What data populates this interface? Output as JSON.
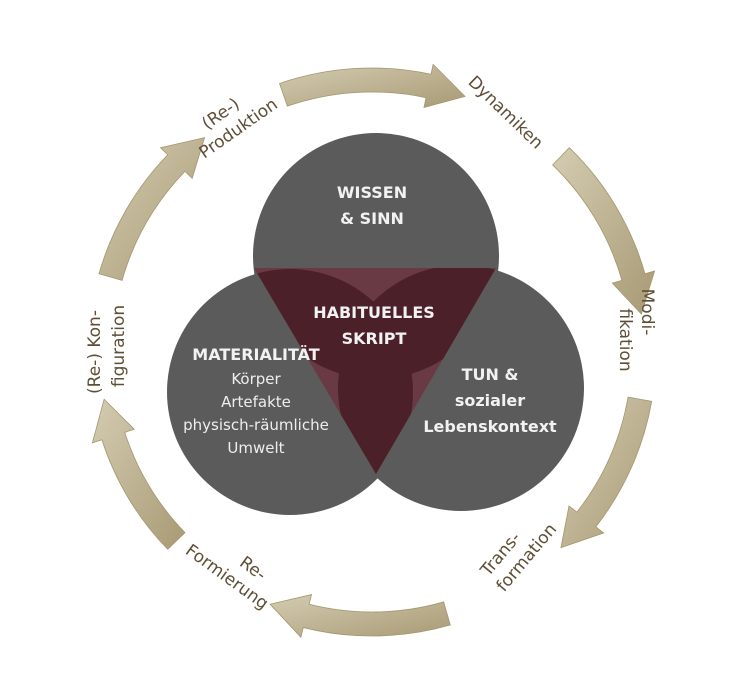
{
  "cycle_labels": {
    "produktion": [
      "(Re-)",
      "Produktion"
    ],
    "dynamiken": "Dynamiken",
    "modifikation": [
      "Modi-",
      "fikation"
    ],
    "transformation": [
      "Trans-",
      "formation"
    ],
    "reformierung": [
      "Re-",
      "Formierung"
    ],
    "konfiguration": [
      "(Re-) Kon-",
      "figuration"
    ]
  },
  "circles": {
    "top": [
      "WISSEN",
      "& SINN"
    ],
    "left": {
      "title": "MATERIALITÄT",
      "items": [
        "Körper",
        "Artefakte",
        "physisch-räumliche",
        "Umwelt"
      ]
    },
    "right": [
      "TUN &",
      "sozialer",
      "Lebenskontext"
    ]
  },
  "center": [
    "HABITUELLES",
    "SKRIPT"
  ],
  "colors": {
    "circle": "#5b5b5b",
    "overlap": "#6a3a44",
    "core": "#4c2029",
    "arrow": "#b9ad8c",
    "label": "#5e4e36"
  }
}
